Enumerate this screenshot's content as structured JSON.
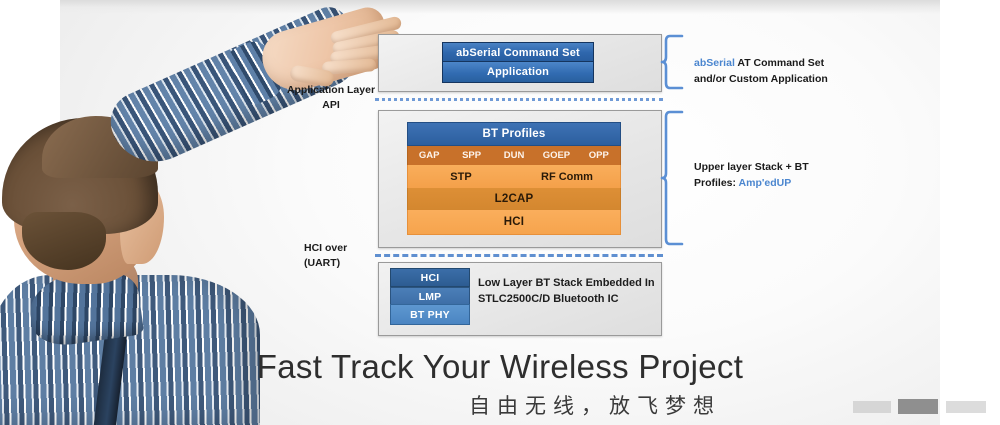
{
  "slide": {
    "title": "Fast Track Your Wireless Project",
    "subtitle": "自由无线，放飞梦想"
  },
  "photo": {
    "description": "presenter-pointing-at-diagram"
  },
  "diagram": {
    "application_panel": {
      "blocks": [
        {
          "label": "abSerial Command Set"
        },
        {
          "label": "Application"
        }
      ]
    },
    "upper_stack_panel": {
      "bt_profiles": "BT Profiles",
      "profiles": [
        "GAP",
        "SPP",
        "DUN",
        "GOEP",
        "OPP"
      ],
      "stp": "STP",
      "rfcomm": "RF Comm",
      "l2cap": "L2CAP",
      "hci": "HCI"
    },
    "low_layer_panel": {
      "blocks": [
        "HCI",
        "LMP",
        "BT PHY"
      ],
      "text_line1": "Low Layer BT Stack Embedded In",
      "text_line2": "STLC2500C/D Bluetooth IC"
    },
    "callouts": {
      "application_layer_line1": "Application Layer",
      "application_layer_line2": "API",
      "hci_over_line1": "HCI over",
      "hci_over_line2": "(UART)"
    },
    "right_labels": {
      "top_accent": "abSerial",
      "top_rest": " AT Command Set",
      "top_line2": "and/or Custom Application",
      "mid_line1": "Upper layer Stack + BT",
      "mid_line2_prefix": "Profiles: ",
      "mid_line2_accent": "Amp'edUP"
    }
  },
  "colors": {
    "accent_blue": "#4b86cf",
    "block_blue": "#2f67ad",
    "profiles_orange": "#c8712a",
    "stack_orange": "#f6a44d",
    "l2cap_orange": "#d4872f",
    "brace_blue": "#5b8fd4"
  }
}
